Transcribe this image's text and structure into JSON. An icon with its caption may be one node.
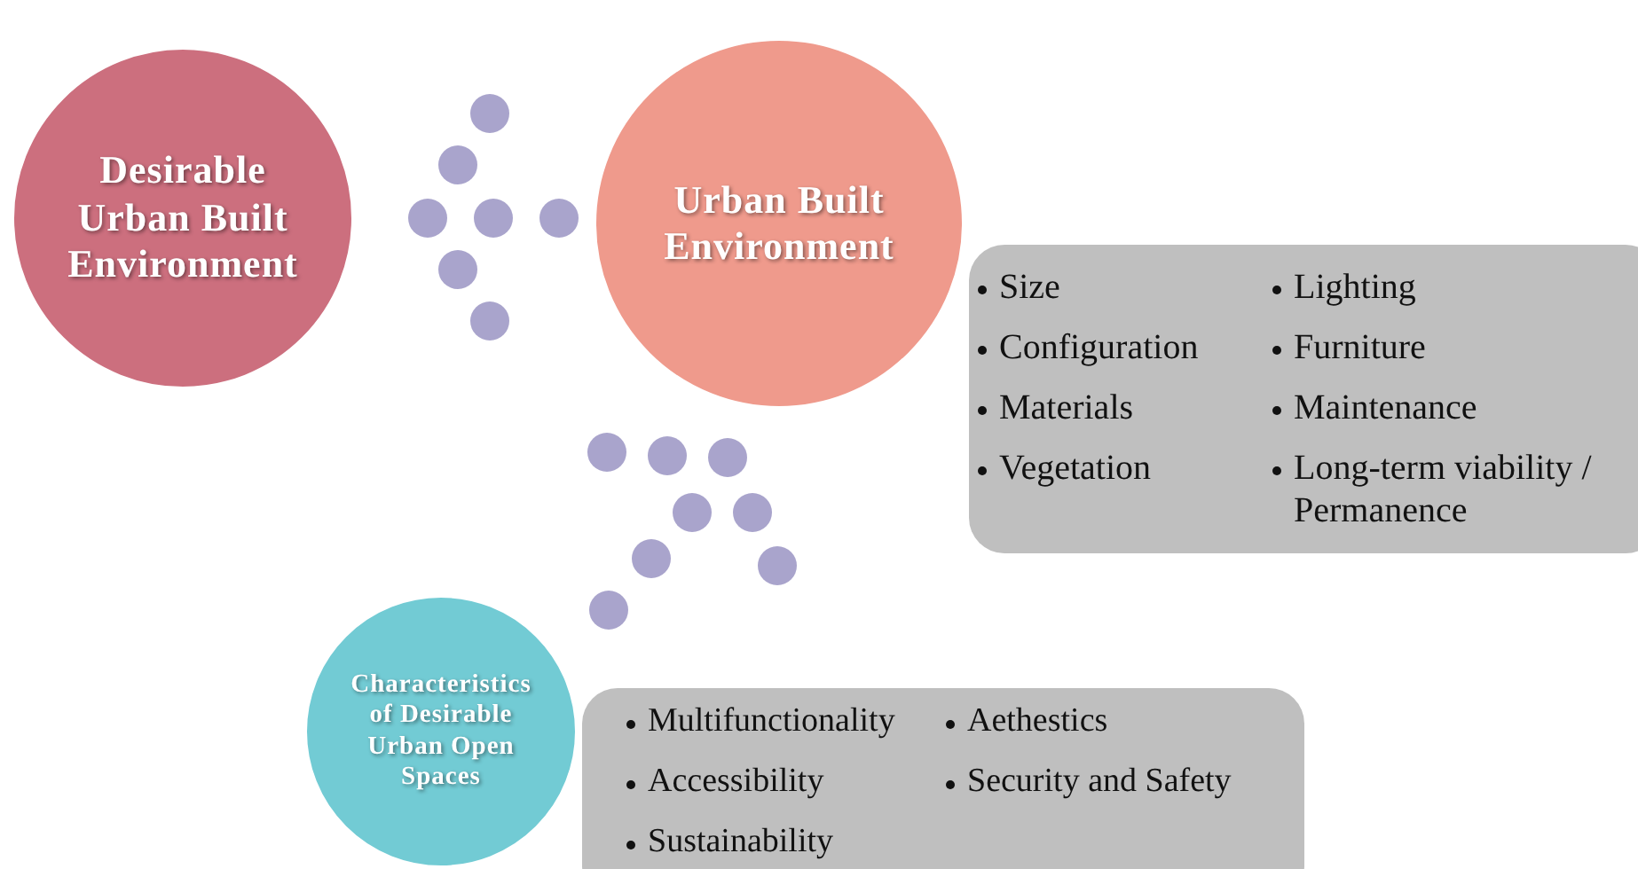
{
  "diagram": {
    "nodes": [
      {
        "text": [
          "Desirable Urban Built Environment"
        ]
      },
      {
        "text": [
          "Urban Built Environment"
        ]
      },
      {
        "text": [
          "Size",
          "Configuration",
          "Materials",
          "Vegetation",
          "Lighting",
          "Furniture",
          "Maintenance",
          "Long-term viability / Permanence"
        ]
      },
      {
        "text": [
          "Characteristics of Desirable Urban Open Spaces"
        ]
      },
      {
        "text": [
          "Multifunctionality",
          "Accessibility",
          "Sustainability",
          "Aethestics",
          "Security and Safety"
        ]
      }
    ]
  }
}
